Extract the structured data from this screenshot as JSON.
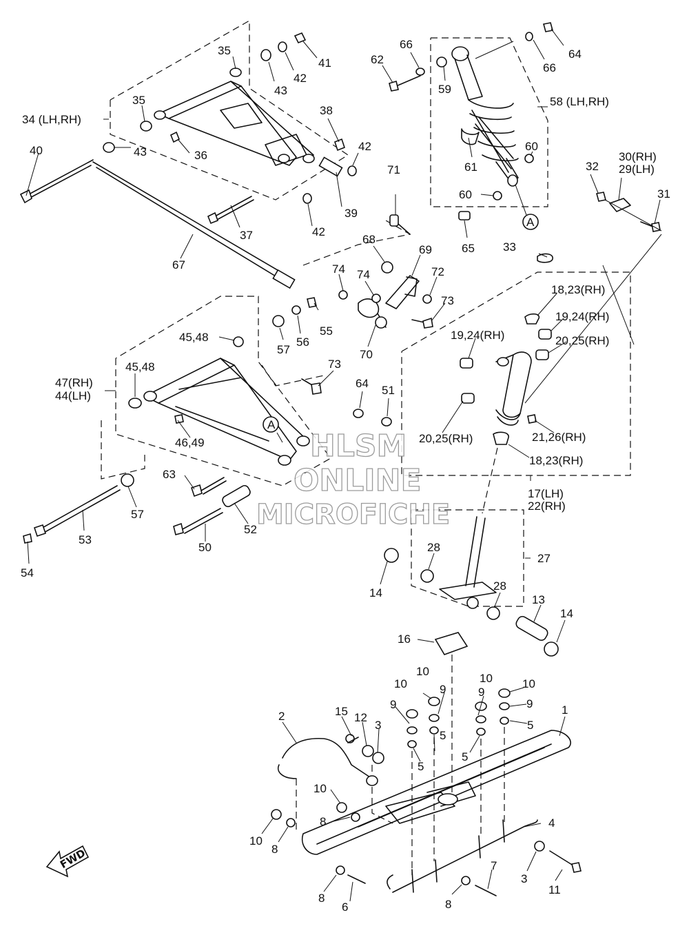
{
  "labels": {
    "l1": "1",
    "l2": "2",
    "l3a": "3",
    "l3b": "3",
    "l4": "4",
    "l5a": "5",
    "l5b": "5",
    "l5c": "5",
    "l5d": "5",
    "l6": "6",
    "l7": "7",
    "l8a": "8",
    "l8b": "8",
    "l8c": "8",
    "l8d": "8",
    "l9a": "9",
    "l9b": "9",
    "l9c": "9",
    "l9d": "9",
    "l10a": "10",
    "l10b": "10",
    "l10c": "10",
    "l10d": "10",
    "l10e": "10",
    "l10f": "10",
    "l11": "11",
    "l12": "12",
    "l13": "13",
    "l14a": "14",
    "l14b": "14",
    "l15": "15",
    "l16": "16",
    "l17_22a": "17(LH)",
    "l17_22b": "22(RH)",
    "l18_23a": "18,23(RH)",
    "l18_23b": "18,23(RH)",
    "l19_24a": "19,24(RH)",
    "l19_24b": "19,24(RH)",
    "l20_25a": "20,25(RH)",
    "l20_25b": "20,25(RH)",
    "l21_26": "21,26(RH)",
    "l27": "27",
    "l28a": "28",
    "l28b": "28",
    "l30": "30(RH)",
    "l29": "29(LH)",
    "l31": "31",
    "l32": "32",
    "l33": "33",
    "l34": "34 (LH,RH)",
    "l35a": "35",
    "l35b": "35",
    "l36": "36",
    "l37": "37",
    "l38": "38",
    "l39": "39",
    "l40": "40",
    "l41": "41",
    "l42a": "42",
    "l42b": "42",
    "l42c": "42",
    "l43a": "43",
    "l43b": "43",
    "l44_47a": "47(RH)",
    "l44_47b": "44(LH)",
    "l45_48a": "45,48",
    "l45_48b": "45,48",
    "l46_49": "46,49",
    "l50": "50",
    "l51": "51",
    "l52": "52",
    "l53": "53",
    "l54": "54",
    "l55": "55",
    "l56": "56",
    "l57a": "57",
    "l57b": "57",
    "l58": "58 (LH,RH)",
    "l59": "59",
    "l60a": "60",
    "l60b": "60",
    "l61": "61",
    "l62": "62",
    "l63": "63",
    "l64a": "64",
    "l64b": "64",
    "l65": "65",
    "l66a": "66",
    "l66b": "66",
    "l67": "67",
    "l68": "68",
    "l69": "69",
    "l70": "70",
    "l71": "71",
    "l72": "72",
    "l73a": "73",
    "l73b": "73",
    "l74a": "74",
    "l74b": "74",
    "refA1": "A",
    "refA2": "A"
  },
  "direction_badge": "FWD",
  "watermark": {
    "line1": "HLSM",
    "line2": "ONLINE",
    "line3": "MICROFICHE"
  }
}
